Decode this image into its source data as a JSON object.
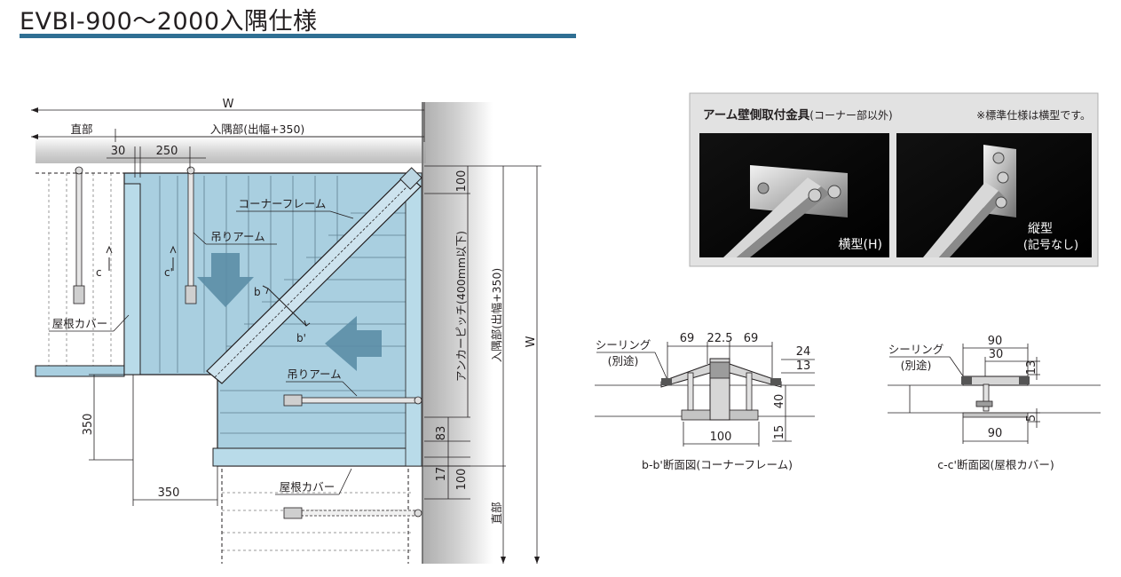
{
  "page": {
    "title": "EVBI-900〜2000入隅仕様"
  },
  "plan_view": {
    "dim_w_top": "W",
    "dim_w_right": "W",
    "label_straight_top": "直部",
    "label_inner_corner_top": "入隅部(出幅+350)",
    "dim_30": "30",
    "dim_250": "250",
    "dim_100_top": "100",
    "label_corner_frame": "コーナーフレーム",
    "label_hanging_arm_1": "吊りアーム",
    "label_hanging_arm_2": "吊りアーム",
    "section_c": "c",
    "section_c_prime": "c'",
    "section_b": "b",
    "section_b_prime": "b'",
    "label_roof_cover_left": "屋根カバー",
    "label_roof_cover_bottom": "屋根カバー",
    "label_anchor_pitch": "アンカーピッチ(400mm以下)",
    "label_inner_corner_right": "入隅部(出幅+350)",
    "dim_350_vertical": "350",
    "dim_350_horizontal": "350",
    "dim_83": "83",
    "dim_17": "17",
    "dim_100_bottom": "100",
    "label_straight_right": "直部"
  },
  "bracket_panel": {
    "title": "アーム壁側取付金具",
    "title_suffix": "(コーナー部以外)",
    "note": "※標準仕様は横型です。",
    "photo_left_caption": "横型(H)",
    "photo_right_caption_1": "縦型",
    "photo_right_caption_2": "(記号なし)"
  },
  "section_bb": {
    "label_sealing": "シーリング",
    "label_separate": "(別途)",
    "dim_69_left": "69",
    "dim_22_5": "22.5",
    "dim_69_right": "69",
    "dim_24": "24",
    "dim_13": "13",
    "dim_40": "40",
    "dim_15": "15",
    "dim_100": "100",
    "caption": "b-b'断面図(コーナーフレーム)"
  },
  "section_cc": {
    "label_sealing": "シーリング",
    "label_separate": "(別途)",
    "dim_90_top": "90",
    "dim_30": "30",
    "dim_13": "13",
    "dim_5": "5",
    "dim_90_bottom": "90",
    "caption": "c-c'断面図(屋根カバー)"
  },
  "colors": {
    "accent_rule": "#2f6f93",
    "roof_fill": "#a9cfe0",
    "arrow_fill": "#5b8da6",
    "wall_gray": "#b5b5b5",
    "line": "#231f20"
  }
}
